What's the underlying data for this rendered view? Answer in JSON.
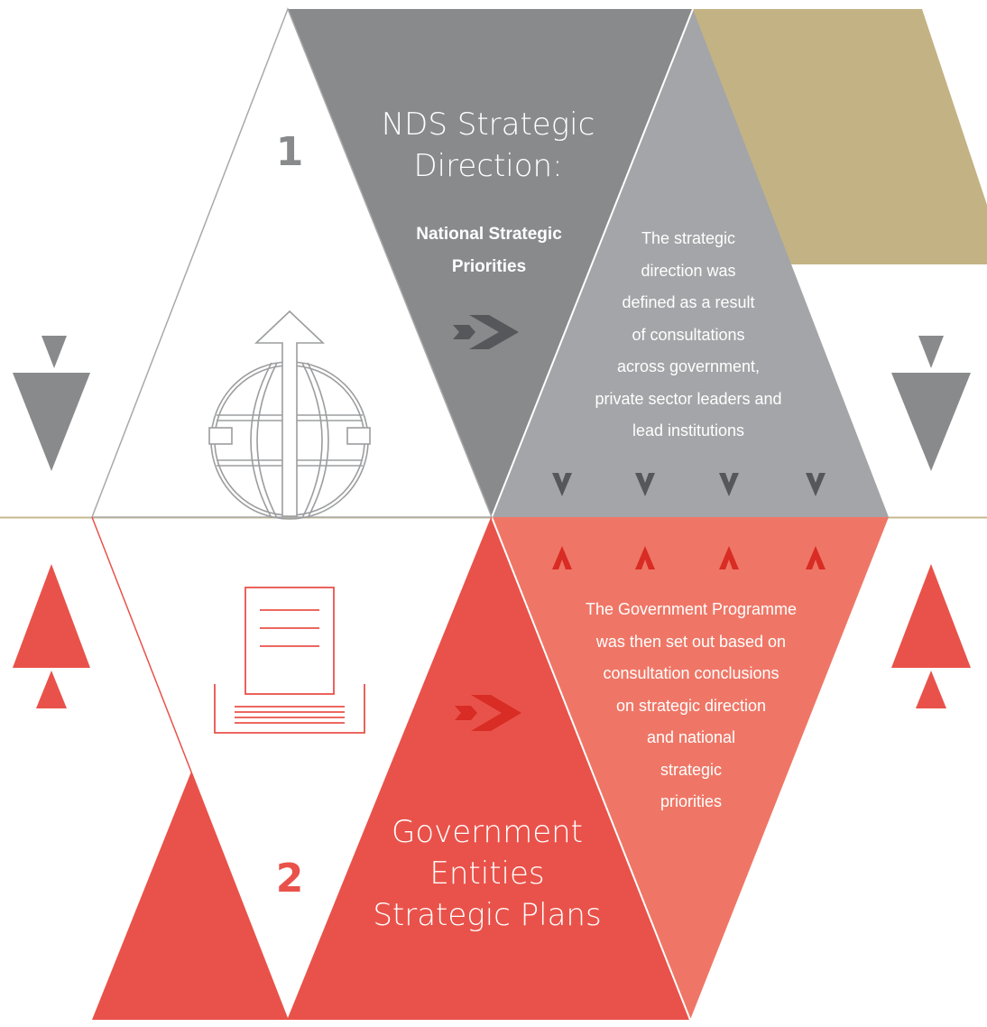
{
  "colors": {
    "gray_dark": "#898a8c",
    "gray_mid": "#a4a5a8",
    "gray_arrow": "#55575a",
    "gold": "#c3b384",
    "gold_line": "#c6b88f",
    "red": "#e9524a",
    "red_light": "#ef7666",
    "red_arrow": "#d82c24",
    "line_gray": "#a9a9aa",
    "white": "#ffffff"
  },
  "step1": {
    "number": "1",
    "title_lines": [
      "NDS Strategic",
      "Direction:"
    ],
    "subtitle_lines": [
      "National Strategic",
      "Priorities"
    ],
    "description_lines": [
      "The strategic",
      "direction was",
      "defined as a result",
      "of consultations",
      "across government,",
      "private sector leaders and",
      "lead institutions"
    ],
    "icon": "globe-with-up-arrow-icon"
  },
  "step2": {
    "number": "2",
    "title_lines": [
      "Government",
      "Entities",
      "Strategic Plans"
    ],
    "description_lines": [
      "The Government Programme",
      "was then set out based on",
      "consultation conclusions",
      "on strategic direction",
      "and national",
      "strategic",
      "priorities"
    ],
    "icon": "document-stack-icon"
  }
}
